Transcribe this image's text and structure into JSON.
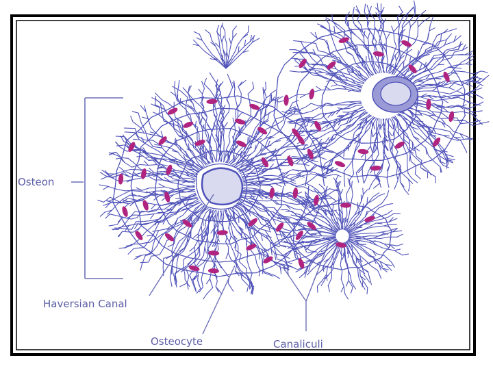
{
  "labels": {
    "osteon": "Osteon",
    "haversian_canal": "Haversian Canal",
    "osteocyte": "Osteocyte",
    "canaliculi": "Canaliculi"
  },
  "colors": {
    "line": "#4f52b8",
    "canal_fill": "#d9d9f0",
    "canal_ring": "#9a9ad6",
    "osteocyte": "#b0247f",
    "label": "#5b5ea6",
    "frame": "#000000"
  }
}
